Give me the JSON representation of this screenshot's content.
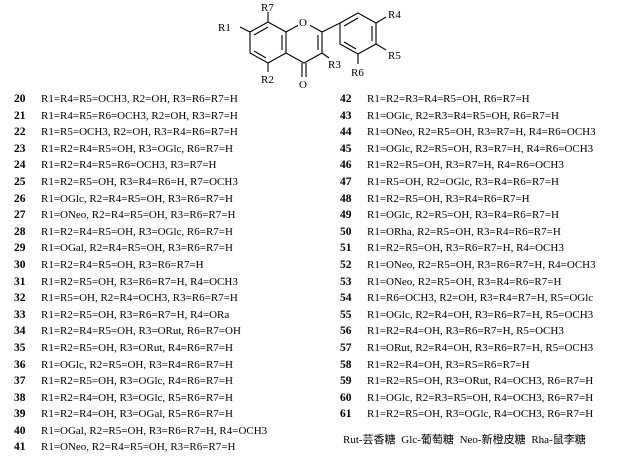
{
  "structure": {
    "labels": {
      "r1": "R1",
      "r2": "R2",
      "r3": "R3",
      "r4": "R4",
      "r5": "R5",
      "r6": "R6",
      "r7": "R7",
      "o_ring": "O",
      "o_carbonyl": "O"
    }
  },
  "compounds_left": [
    {
      "num": "20",
      "formula": "R1=R4=R5=OCH3, R2=OH, R3=R6=R7=H"
    },
    {
      "num": "21",
      "formula": "R1=R4=R5=R6=OCH3, R2=OH, R3=R7=H"
    },
    {
      "num": "22",
      "formula": "R1=R5=OCH3, R2=OH, R3=R4=R6=R7=H"
    },
    {
      "num": "23",
      "formula": "R1=R2=R4=R5=OH, R3=OGlc, R6=R7=H"
    },
    {
      "num": "24",
      "formula": "R1=R2=R4=R5=R6=OCH3, R3=R7=H"
    },
    {
      "num": "25",
      "formula": "R1=R2=R5=OH, R3=R4=R6=H, R7=OCH3"
    },
    {
      "num": "26",
      "formula": "R1=OGlc, R2=R4=R5=OH, R3=R6=R7=H"
    },
    {
      "num": "27",
      "formula": "R1=ONeo, R2=R4=R5=OH, R3=R6=R7=H"
    },
    {
      "num": "28",
      "formula": "R1=R2=R4=R5=OH, R3=OGlc, R6=R7=H"
    },
    {
      "num": "29",
      "formula": "R1=OGal, R2=R4=R5=OH, R3=R6=R7=H"
    },
    {
      "num": "30",
      "formula": "R1=R2=R4=R5=OH, R3=R6=R7=H"
    },
    {
      "num": "31",
      "formula": "R1=R2=R5=OH, R3=R6=R7=H, R4=OCH3"
    },
    {
      "num": "32",
      "formula": "R1=R5=OH, R2=R4=OCH3, R3=R6=R7=H"
    },
    {
      "num": "33",
      "formula": "R1=R2=R5=OH, R3=R6=R7=H, R4=ORa"
    },
    {
      "num": "34",
      "formula": "R1=R2=R4=R5=OH, R3=ORut, R6=R7=OH"
    },
    {
      "num": "35",
      "formula": "R1=R2=R5=OH, R3=ORut, R4=R6=R7=H"
    },
    {
      "num": "36",
      "formula": "R1=OGlc, R2=R5=OH, R3=R4=R6=R7=H"
    },
    {
      "num": "37",
      "formula": "R1=R2=R5=OH, R3=OGlc, R4=R6=R7=H"
    },
    {
      "num": "38",
      "formula": "R1=R2=R4=OH, R3=OGlc, R5=R6=R7=H"
    },
    {
      "num": "39",
      "formula": "R1=R2=R4=OH, R3=OGal, R5=R6=R7=H"
    },
    {
      "num": "40",
      "formula": "R1=OGal, R2=R5=OH, R3=R6=R7=H, R4=OCH3"
    },
    {
      "num": "41",
      "formula": "R1=ONeo, R2=R4=R5=OH, R3=R6=R7=H"
    }
  ],
  "compounds_right": [
    {
      "num": "42",
      "formula": "R1=R2=R3=R4=R5=OH, R6=R7=H"
    },
    {
      "num": "43",
      "formula": "R1=OGlc, R2=R3=R4=R5=OH, R6=R7=H"
    },
    {
      "num": "44",
      "formula": "R1=ONeo, R2=R5=OH, R3=R7=H, R4=R6=OCH3"
    },
    {
      "num": "45",
      "formula": "R1=OGlc, R2=R5=OH, R3=R7=H, R4=R6=OCH3"
    },
    {
      "num": "46",
      "formula": "R1=R2=R5=OH, R3=R7=H, R4=R6=OCH3"
    },
    {
      "num": "47",
      "formula": "R1=R5=OH, R2=OGlc, R3=R4=R6=R7=H"
    },
    {
      "num": "48",
      "formula": "R1=R2=R5=OH, R3=R4=R6=R7=H"
    },
    {
      "num": "49",
      "formula": "R1=OGlc, R2=R5=OH, R3=R4=R6=R7=H"
    },
    {
      "num": "50",
      "formula": "R1=ORha, R2=R5=OH, R3=R4=R6=R7=H"
    },
    {
      "num": "51",
      "formula": "R1=R2=R5=OH, R3=R6=R7=H, R4=OCH3"
    },
    {
      "num": "52",
      "formula": "R1=ONeo, R2=R5=OH, R3=R6=R7=H, R4=OCH3"
    },
    {
      "num": "53",
      "formula": "R1=ONeo, R2=R5=OH, R3=R4=R6=R7=H"
    },
    {
      "num": "54",
      "formula": "R1=R6=OCH3, R2=OH, R3=R4=R7=H, R5=OGlc"
    },
    {
      "num": "55",
      "formula": "R1=OGlc, R2=R4=OH, R3=R6=R7=H, R5=OCH3"
    },
    {
      "num": "56",
      "formula": "R1=R2=R4=OH, R3=R6=R7=H, R5=OCH3"
    },
    {
      "num": "57",
      "formula": "R1=ORut, R2=R4=OH, R3=R6=R7=H, R5=OCH3"
    },
    {
      "num": "58",
      "formula": "R1=R2=R4=OH, R3=R5=R6=R7=H"
    },
    {
      "num": "59",
      "formula": "R1=R2=R5=OH, R3=ORut, R4=OCH3, R6=R7=H"
    },
    {
      "num": "60",
      "formula": "R1=OGlc, R2=R3=R5=OH, R4=OCH3, R6=R7=H"
    },
    {
      "num": "61",
      "formula": "R1=R2=R5=OH, R3=OGlc, R4=OCH3, R6=R7=H"
    }
  ],
  "legend": "Rut-芸香糖   Glc-葡萄糖   Neo-新橙皮糖   Rha-鼠李糖"
}
